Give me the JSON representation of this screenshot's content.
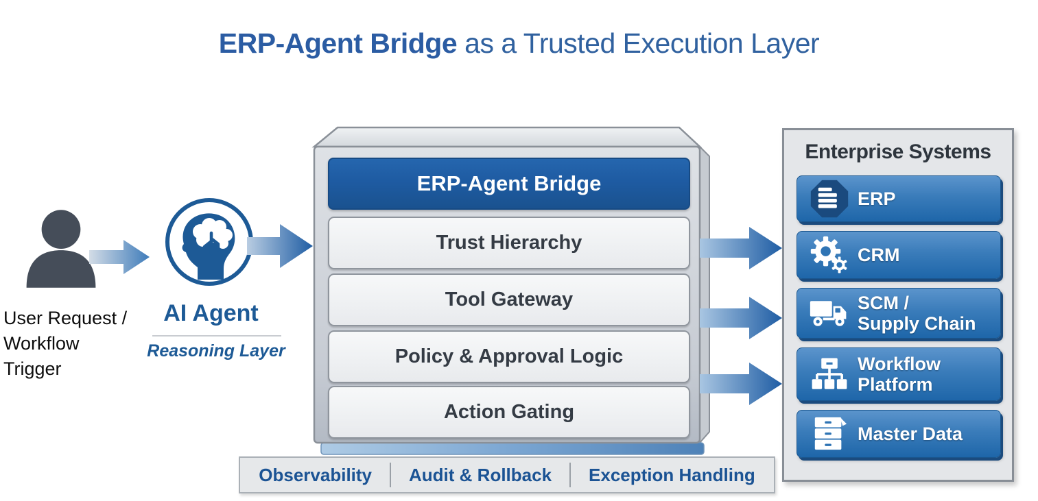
{
  "title": {
    "emphasis": "ERP-Agent Bridge",
    "rest": "as a Trusted Execution Layer"
  },
  "actor": {
    "icon": "person-silhouette-icon",
    "label": "User Request /\nWorkflow\nTrigger"
  },
  "agent": {
    "icon": "brain-head-icon",
    "label": "AI Agent",
    "sublabel": "Reasoning Layer"
  },
  "bridge": {
    "header": "ERP-Agent Bridge",
    "layers": [
      "Trust Hierarchy",
      "Tool Gateway",
      "Policy & Approval Logic",
      "Action Gating"
    ]
  },
  "foundation": {
    "items": [
      "Observability",
      "Audit & Rollback",
      "Exception Handling"
    ]
  },
  "enterprise": {
    "title": "Enterprise Systems",
    "systems": [
      {
        "label": "ERP",
        "icon": "document-stack-icon"
      },
      {
        "label": "CRM",
        "icon": "gears-icon"
      },
      {
        "label": "SCM /\nSupply Chain",
        "icon": "truck-icon"
      },
      {
        "label": "Workflow\nPlatform",
        "icon": "org-chart-icon"
      },
      {
        "label": "Master Data",
        "icon": "drawer-cabinet-icon"
      }
    ]
  },
  "colors": {
    "title_blue": "#2b5ca3",
    "bridge_header_blue": "#1e5ba2",
    "layer_fill": "#f1f2f4",
    "system_button_blue": "#2f74b4",
    "panel_gray": "#e4e6e9",
    "arrow_blue": "#1f5da4",
    "person_gray": "#454d59",
    "foundation_text_blue": "#1b5394"
  }
}
